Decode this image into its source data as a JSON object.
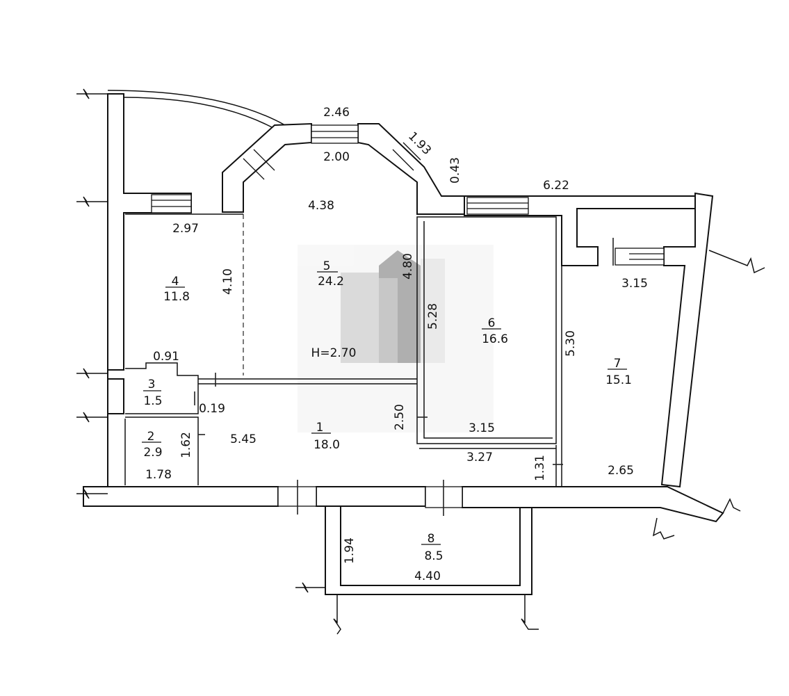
{
  "rooms": [
    {
      "number": "1",
      "area": "18.0"
    },
    {
      "number": "2",
      "area": "2.9"
    },
    {
      "number": "3",
      "area": "1.5"
    },
    {
      "number": "4",
      "area": "11.8"
    },
    {
      "number": "5",
      "area": "24.2"
    },
    {
      "number": "6",
      "area": "16.6"
    },
    {
      "number": "7",
      "area": "15.1"
    },
    {
      "number": "8",
      "area": "8.5"
    }
  ],
  "dimensions": {
    "d_246": "2.46",
    "d_200": "2.00",
    "d_193": "1.93",
    "d_043": "0.43",
    "d_622": "6.22",
    "d_438": "4.38",
    "d_297": "2.97",
    "d_410": "4.10",
    "d_480": "4.80",
    "d_528": "5.28",
    "d_530": "5.30",
    "d_315_top": "3.15",
    "d_091": "0.91",
    "d_019": "0.19",
    "d_545": "5.45",
    "d_162": "1.62",
    "d_178": "1.78",
    "d_250": "2.50",
    "d_315_mid": "3.15",
    "d_327": "3.27",
    "d_131": "1.31",
    "d_265": "2.65",
    "d_194": "1.94",
    "d_440": "4.40"
  },
  "ceiling_height": "H=2.70"
}
